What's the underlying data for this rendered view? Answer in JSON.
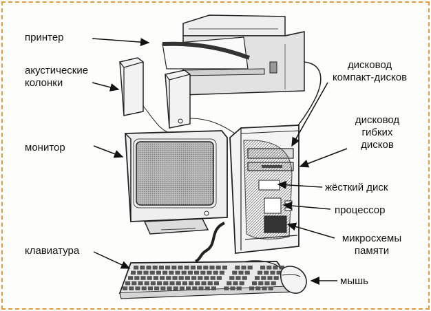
{
  "labels": {
    "printer": "принтер",
    "speakers_l1": "акустические",
    "speakers_l2": "колонки",
    "monitor": "монитор",
    "keyboard": "клавиатура",
    "cd_drive_l1": "дисковод",
    "cd_drive_l2": "компакт-дисков",
    "floppy_l1": "дисковод",
    "floppy_l2": "гибких",
    "floppy_l3": "дисков",
    "hdd": "жёсткий диск",
    "cpu": "процессор",
    "ram_l1": "микросхемы",
    "ram_l2": "памяти",
    "mouse": "мышь"
  },
  "frame_color": "#e39a3a"
}
